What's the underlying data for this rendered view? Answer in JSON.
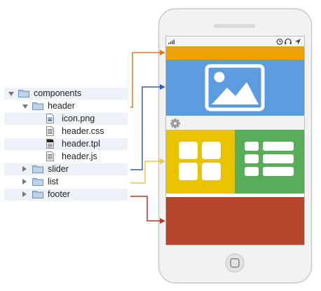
{
  "tree": {
    "items": [
      {
        "label": "components",
        "kind": "folder",
        "depth": 0,
        "expanded": true
      },
      {
        "label": "header",
        "kind": "folder",
        "depth": 1,
        "expanded": true
      },
      {
        "label": "icon.png",
        "kind": "image-file",
        "depth": 2
      },
      {
        "label": "header.css",
        "kind": "text-file",
        "depth": 2
      },
      {
        "label": "header.tpl",
        "kind": "template-file",
        "depth": 2
      },
      {
        "label": "header.js",
        "kind": "text-file",
        "depth": 2
      },
      {
        "label": "slider",
        "kind": "folder",
        "depth": 1,
        "expanded": false
      },
      {
        "label": "list",
        "kind": "folder",
        "depth": 1,
        "expanded": false
      },
      {
        "label": "footer",
        "kind": "folder",
        "depth": 1,
        "expanded": false
      }
    ]
  },
  "phone": {
    "status_icons": [
      "signal-icon",
      "clock-icon",
      "headphones-icon",
      "location-arrow-icon"
    ],
    "sections": {
      "header_bar": "#e8a400",
      "slider": "#5b9be0",
      "toolbar_icon": "gear-icon",
      "list_tile_left": "#e8c300",
      "list_tile_right": "#57ad58",
      "footer": "#b5462a"
    },
    "home_button_icon": "home-button-icon"
  },
  "connectors": [
    {
      "from": "header",
      "to": "header_bar",
      "color": "#e07a1e"
    },
    {
      "from": "slider",
      "to": "slider",
      "color": "#2f5fbf"
    },
    {
      "from": "list",
      "to": "list",
      "color": "#e6c84a"
    },
    {
      "from": "footer",
      "to": "footer",
      "color": "#b33a22"
    }
  ]
}
